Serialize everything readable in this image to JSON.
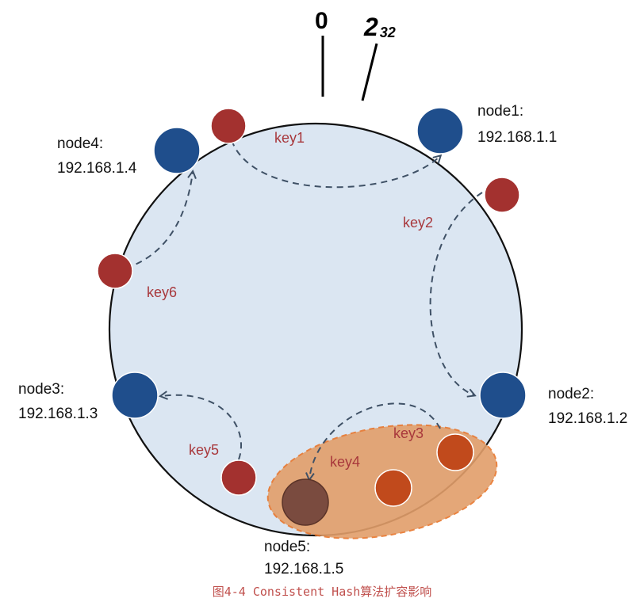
{
  "ring_top_label": "0",
  "ring_max_base": "2",
  "ring_max_exp": "32",
  "colors": {
    "ring_fill": "#dbe6f2",
    "ring_stroke": "#111111",
    "node": "#1f4e8c",
    "node_new": "#7a4b3f",
    "key": "#a3312f",
    "key_moved": "#c14a1c",
    "highlight": "#e29e6a",
    "highlight_border": "#e8762c",
    "caption": "#c0504d"
  },
  "nodes": [
    {
      "name": "node1:",
      "ip": "192.168.1.1"
    },
    {
      "name": "node2:",
      "ip": "192.168.1.2"
    },
    {
      "name": "node3:",
      "ip": "192.168.1.3"
    },
    {
      "name": "node4:",
      "ip": "192.168.1.4"
    },
    {
      "name": "node5:",
      "ip": "192.168.1.5"
    }
  ],
  "keys": [
    "key1",
    "key2",
    "key3",
    "key4",
    "key5",
    "key6"
  ],
  "caption": "图4-4 Consistent Hash算法扩容影响"
}
